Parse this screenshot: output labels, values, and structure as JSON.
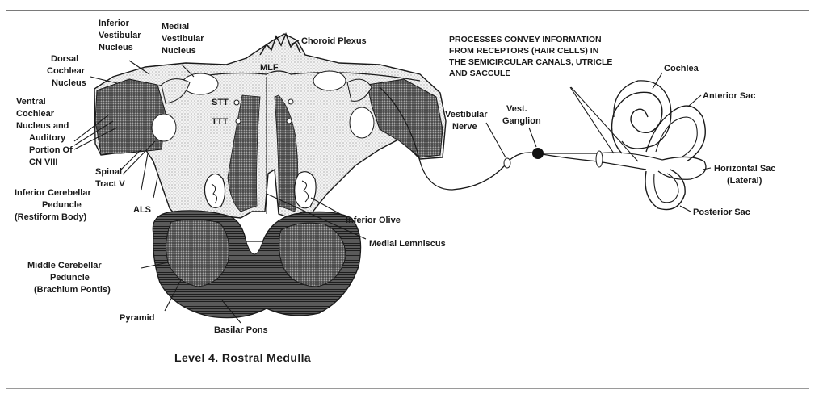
{
  "labels": {
    "inferior_vestibular": [
      "Inferior",
      "Vestibular",
      "Nucleus"
    ],
    "medial_vestibular": [
      "Medial",
      "Vestibular",
      "Nucleus"
    ],
    "choroid_plexus": "Choroid Plexus",
    "mlf": "MLF",
    "dorsal_cochlear": [
      "Dorsal",
      "Cochlear",
      "Nucleus"
    ],
    "ventral_cochlear": [
      "Ventral",
      "Cochlear",
      "Nucleus and",
      "Auditory",
      "Portion Of",
      "CN VIII"
    ],
    "stt": "STT",
    "ttt": "TTT",
    "spinal_tract": [
      "Spinal",
      "Tract V"
    ],
    "inferior_cerebellar": [
      "Inferior Cerebellar",
      "Peduncle",
      "(Restiform Body)"
    ],
    "als": "ALS",
    "inferior_olive": "Inferior Olive",
    "medial_lemniscus": "Medial Lemniscus",
    "middle_cerebellar": [
      "Middle Cerebellar",
      "Peduncle",
      "(Brachium Pontis)"
    ],
    "pyramid": "Pyramid",
    "basilar_pons": "Basilar Pons",
    "processes_note": [
      "PROCESSES CONVEY INFORMATION",
      "FROM RECEPTORS (HAIR CELLS) IN",
      "THE SEMICIRCULAR CANALS, UTRICLE",
      "AND SACCULE"
    ],
    "vestibular_nerve": [
      "Vestibular",
      "Nerve"
    ],
    "vest_ganglion": [
      "Vest.",
      "Ganglion"
    ],
    "cochlea": "Cochlea",
    "anterior_sac": "Anterior Sac",
    "horizontal_sac": [
      "Horizontal Sac",
      "(Lateral)"
    ],
    "posterior_sac": "Posterior Sac"
  },
  "caption": "Level 4.  Rostral Medulla"
}
